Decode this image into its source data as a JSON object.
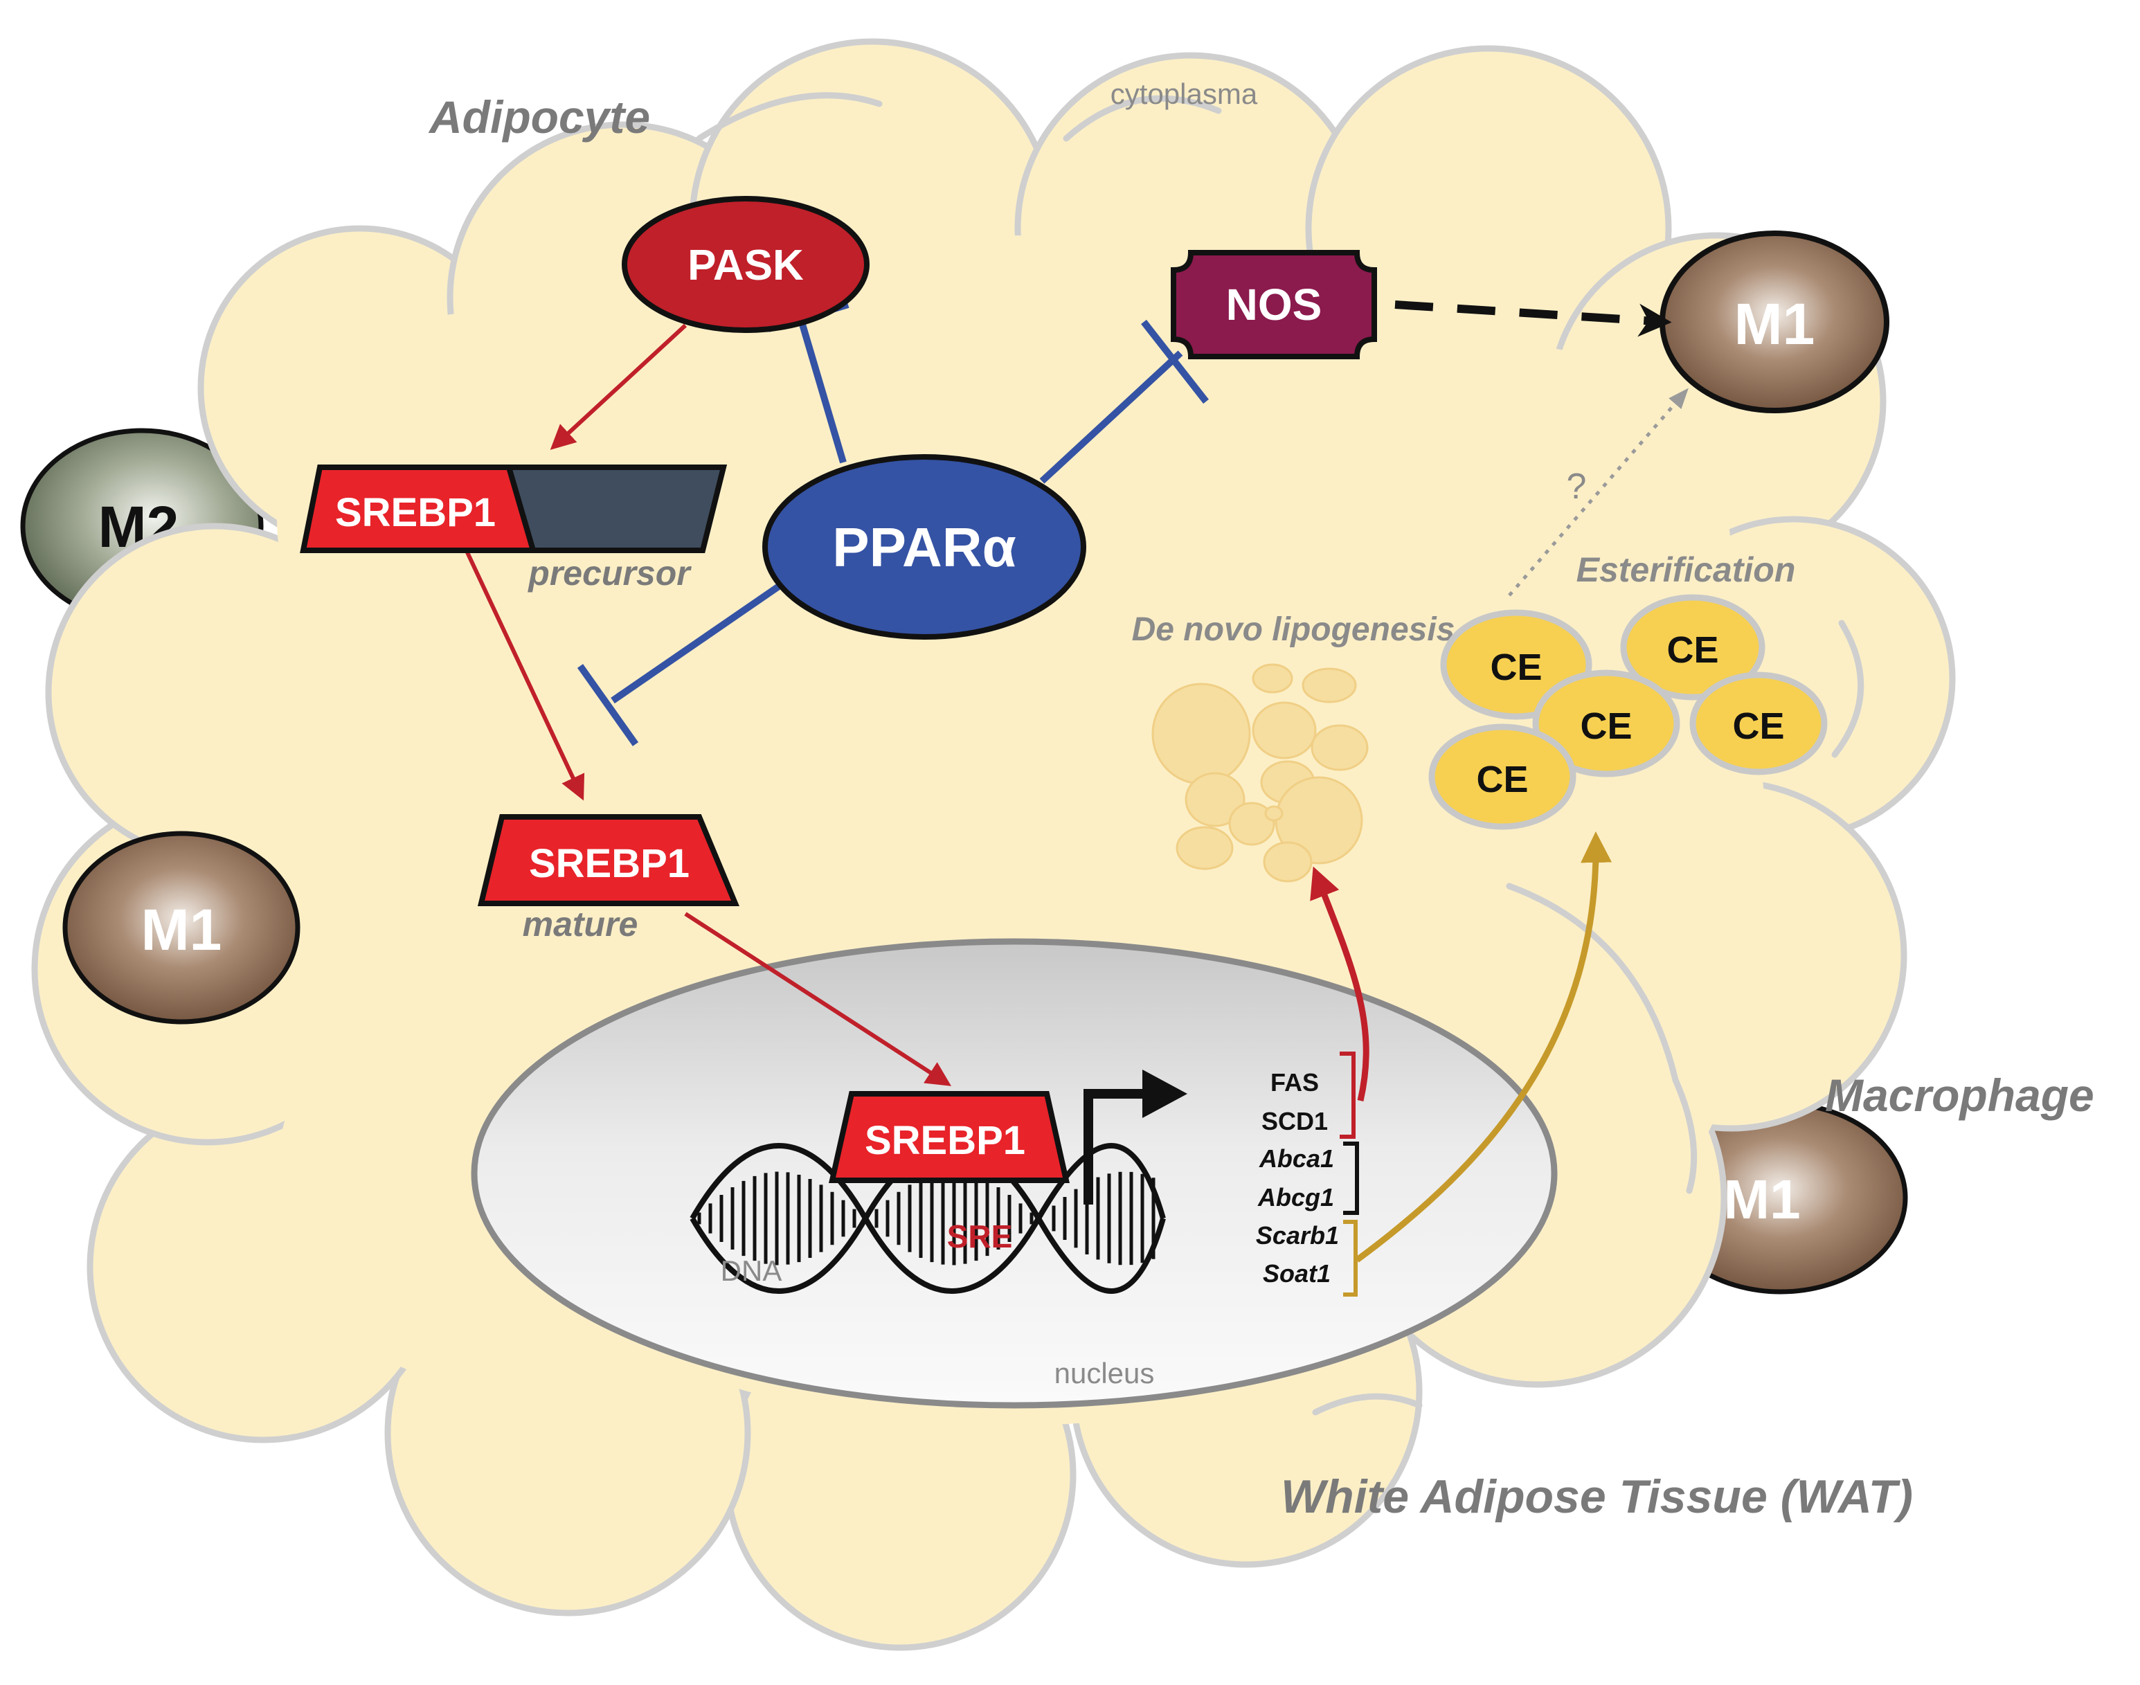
{
  "labels": {
    "adipocyte": "Adipocyte",
    "cytoplasma": "cytoplasma",
    "macrophage": "Macrophage",
    "wat": "White Adipose Tissue (WAT)",
    "nucleus": "nucleus",
    "dna": "DNA",
    "sre": "SRE",
    "precursor": "precursor",
    "mature": "mature",
    "de_novo": "De novo lipogenesis",
    "esterification": "Esterification",
    "question": "?"
  },
  "nodes": {
    "pask": "PASK",
    "nos": "NOS",
    "ppar": "PPARα",
    "srebp_precursor": "SREBP1",
    "srebp_mature": "SREBP1",
    "srebp_nuclear": "SREBP1",
    "m1_top": "M1",
    "m1_left": "M1",
    "m1_bottom": "M1",
    "m2": "M2",
    "ce": [
      "CE",
      "CE",
      "CE",
      "CE",
      "CE"
    ]
  },
  "genes": {
    "red_group": [
      "FAS",
      "SCD1"
    ],
    "black_group": [
      "Abca1",
      "Abcg1"
    ],
    "gold_group": [
      "Scarb1",
      "Soat1"
    ]
  },
  "colors": {
    "cell_fill": "#fcefc6",
    "cell_outline": "#cfcfcf",
    "pask": "#c0202a",
    "srebp": "#e8232a",
    "precursor_block": "#3f4d5e",
    "nos": "#8b1a4d",
    "ppar": "#3553a4",
    "macrophage_brown": "#7a5a44",
    "macrophage_m2": "#6f7b63",
    "ce_fill": "#f7d051",
    "droplet": "#f6dea0",
    "activation_red": "#c0202a",
    "inhibition_blue": "#3553a4",
    "gold_arrow": "#c69a2a",
    "label_gray": "#7a7a7a"
  },
  "icons": {
    "dna_helix": "dna-helix-icon",
    "transcription_start": "transcription-start-arrow-icon"
  }
}
